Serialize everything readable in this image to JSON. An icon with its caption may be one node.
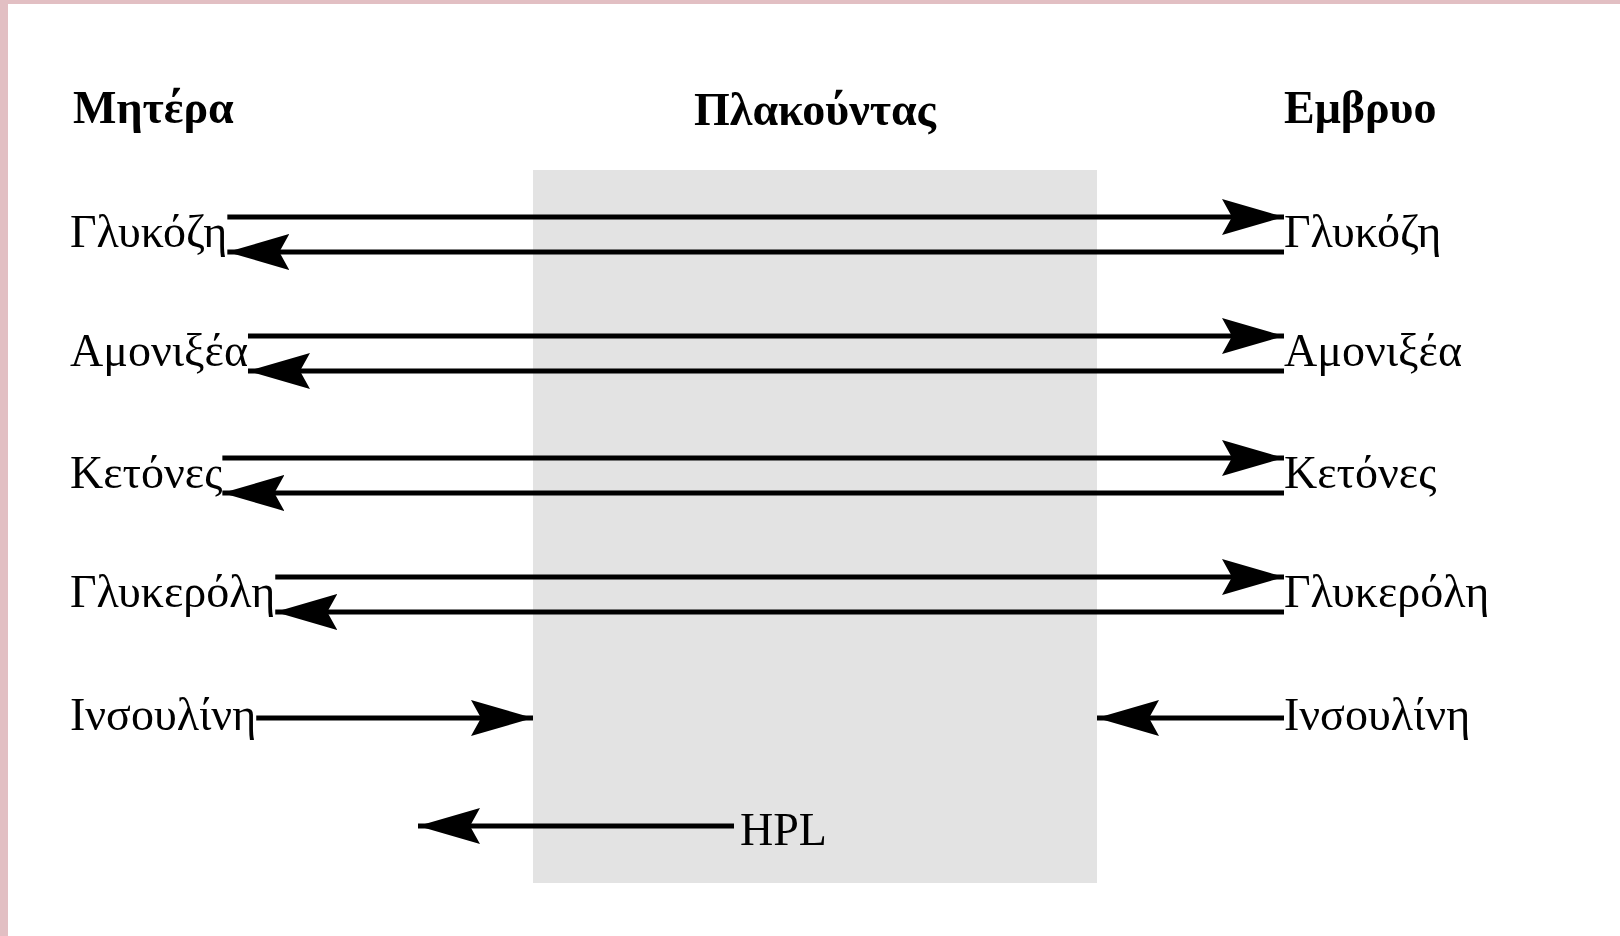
{
  "diagram": {
    "nodes": [
      {
        "text": [
          "Πλακούντας"
        ]
      },
      {
        "text": [
          "Γλυκόζη"
        ]
      },
      {
        "text": [
          "Αμονιξέα"
        ]
      },
      {
        "text": [
          "Κετόνες"
        ]
      },
      {
        "text": [
          "Γλυκερόλη"
        ]
      },
      {
        "text": [
          "Ινσουλίνη"
        ]
      },
      {
        "text": [
          "Γλυκόζη"
        ]
      },
      {
        "text": [
          "Αμονιξέα"
        ]
      },
      {
        "text": [
          "Κετόνες"
        ]
      },
      {
        "text": [
          "Γλυκερόλη"
        ]
      },
      {
        "text": [
          "Ινσουλίνη"
        ]
      },
      {
        "text": [
          "HPL"
        ],
        "in": 0
      }
    ],
    "edges": [
      {
        "from": 1,
        "to": 6,
        "arrow": "to"
      },
      {
        "from": 6,
        "to": 1,
        "arrow": "to"
      },
      {
        "from": 2,
        "to": 7,
        "arrow": "to"
      },
      {
        "from": 7,
        "to": 2,
        "arrow": "to"
      },
      {
        "from": 3,
        "to": 8,
        "arrow": "to"
      },
      {
        "from": 8,
        "to": 3,
        "arrow": "to"
      },
      {
        "from": 4,
        "to": 9,
        "arrow": "to"
      },
      {
        "from": 9,
        "to": 4,
        "arrow": "to"
      },
      {
        "from": 5,
        "to": 0,
        "arrow": "to"
      },
      {
        "from": 10,
        "to": 0,
        "arrow": "to"
      },
      {
        "from": 11,
        "to": null,
        "arrow": "to"
      }
    ],
    "labels": [
      "Μητέρα",
      "Εμβρυο"
    ]
  }
}
